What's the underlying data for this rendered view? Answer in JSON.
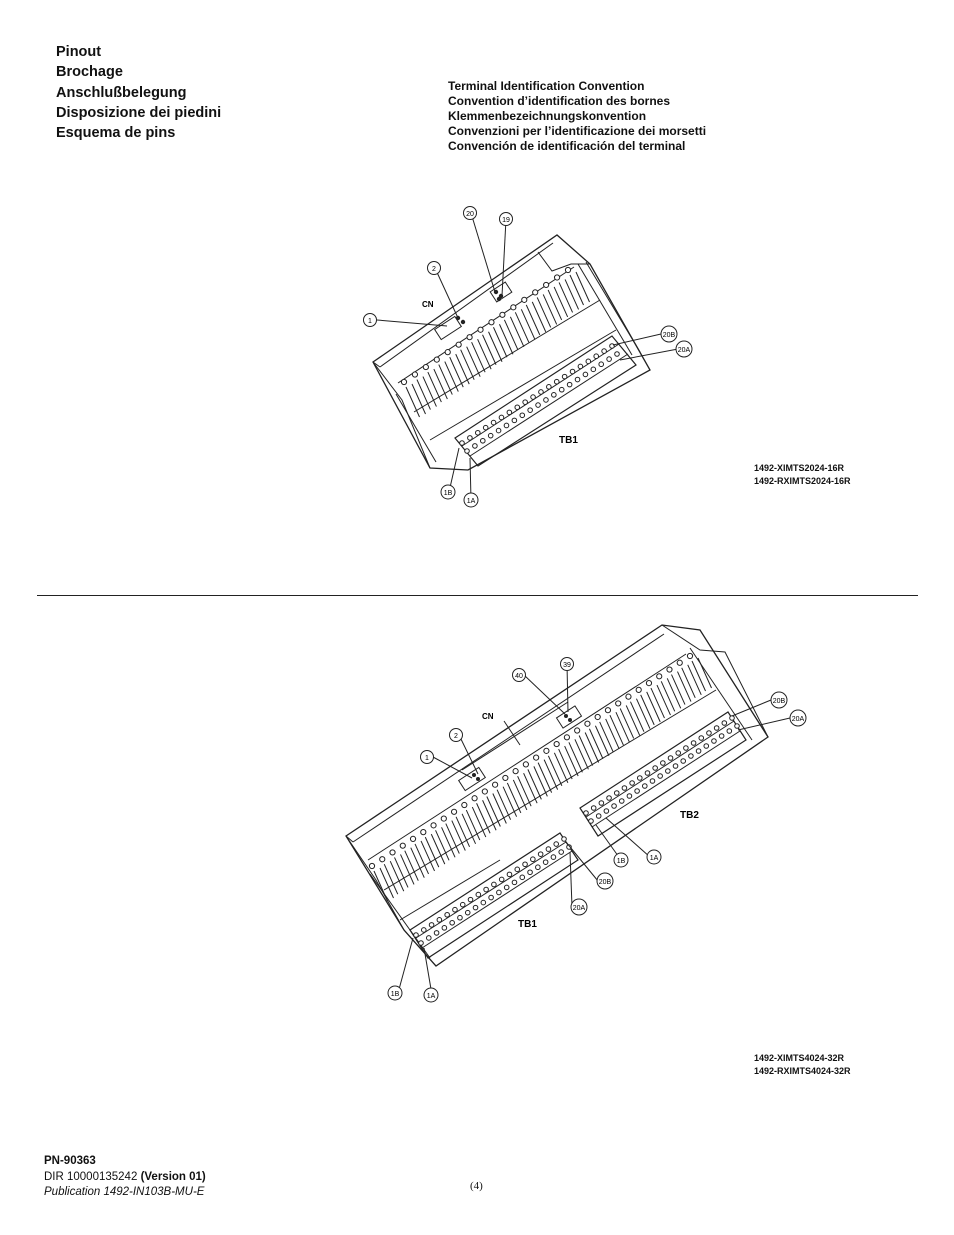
{
  "titles": [
    "Pinout",
    "Brochage",
    "Anschlußbelegung",
    "Disposizione dei piedini",
    "Esquema de pins"
  ],
  "convention": [
    "Terminal Identification Convention",
    "Convention d’identification des bornes",
    "Klemmenbezeichnungskonvention",
    "Convenzioni per l’identificazione dei morsetti",
    "Convención de identificación del terminal"
  ],
  "figure1": {
    "cn_label": "CN",
    "tb1_label": "TB1",
    "callouts": {
      "pin1": "1",
      "pin2": "2",
      "pin20": "20",
      "pin19": "19",
      "t20b": "20B",
      "t20a": "20A",
      "t1b": "1B",
      "t1a": "1A"
    },
    "models": [
      "1492-XIMTS2024-16R",
      "1492-RXIMTS2024-16R"
    ]
  },
  "figure2": {
    "cn_label": "CN",
    "tb1_label": "TB1",
    "tb2_label": "TB2",
    "callouts": {
      "pin1": "1",
      "pin2": "2",
      "pin40": "40",
      "pin39": "39",
      "tb2_20b": "20B",
      "tb2_20a": "20A",
      "tb2_1b": "1B",
      "tb2_1a": "1A",
      "tb1_20b": "20B",
      "tb1_20a": "20A",
      "tb1_1b": "1B",
      "tb1_1a": "1A"
    },
    "models": [
      "1492-XIMTS4024-32R",
      "1492-RXIMTS4024-32R"
    ]
  },
  "footer": {
    "pn": "PN-90363",
    "dir": "DIR 10000135242 ",
    "version": "(Version 01)",
    "publication": "Publication 1492-IN103B-MU-E"
  },
  "page_number": "(4)"
}
